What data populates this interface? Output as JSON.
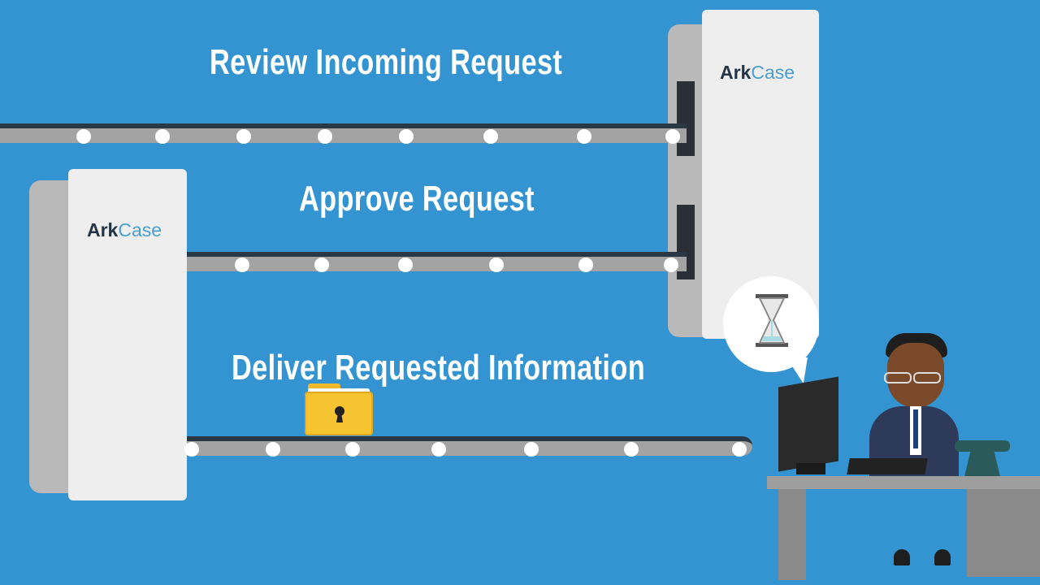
{
  "steps": [
    {
      "label": "Review Incoming Request"
    },
    {
      "label": "Approve Request"
    },
    {
      "label": "Deliver Requested Information"
    }
  ],
  "logo": {
    "part1": "Ark",
    "part2": "Case"
  },
  "colors": {
    "background": "#3394d1",
    "belt": "#a3a3a3",
    "folder": "#f7c431",
    "logo_dark": "#233445",
    "logo_light": "#4b9fd0"
  }
}
